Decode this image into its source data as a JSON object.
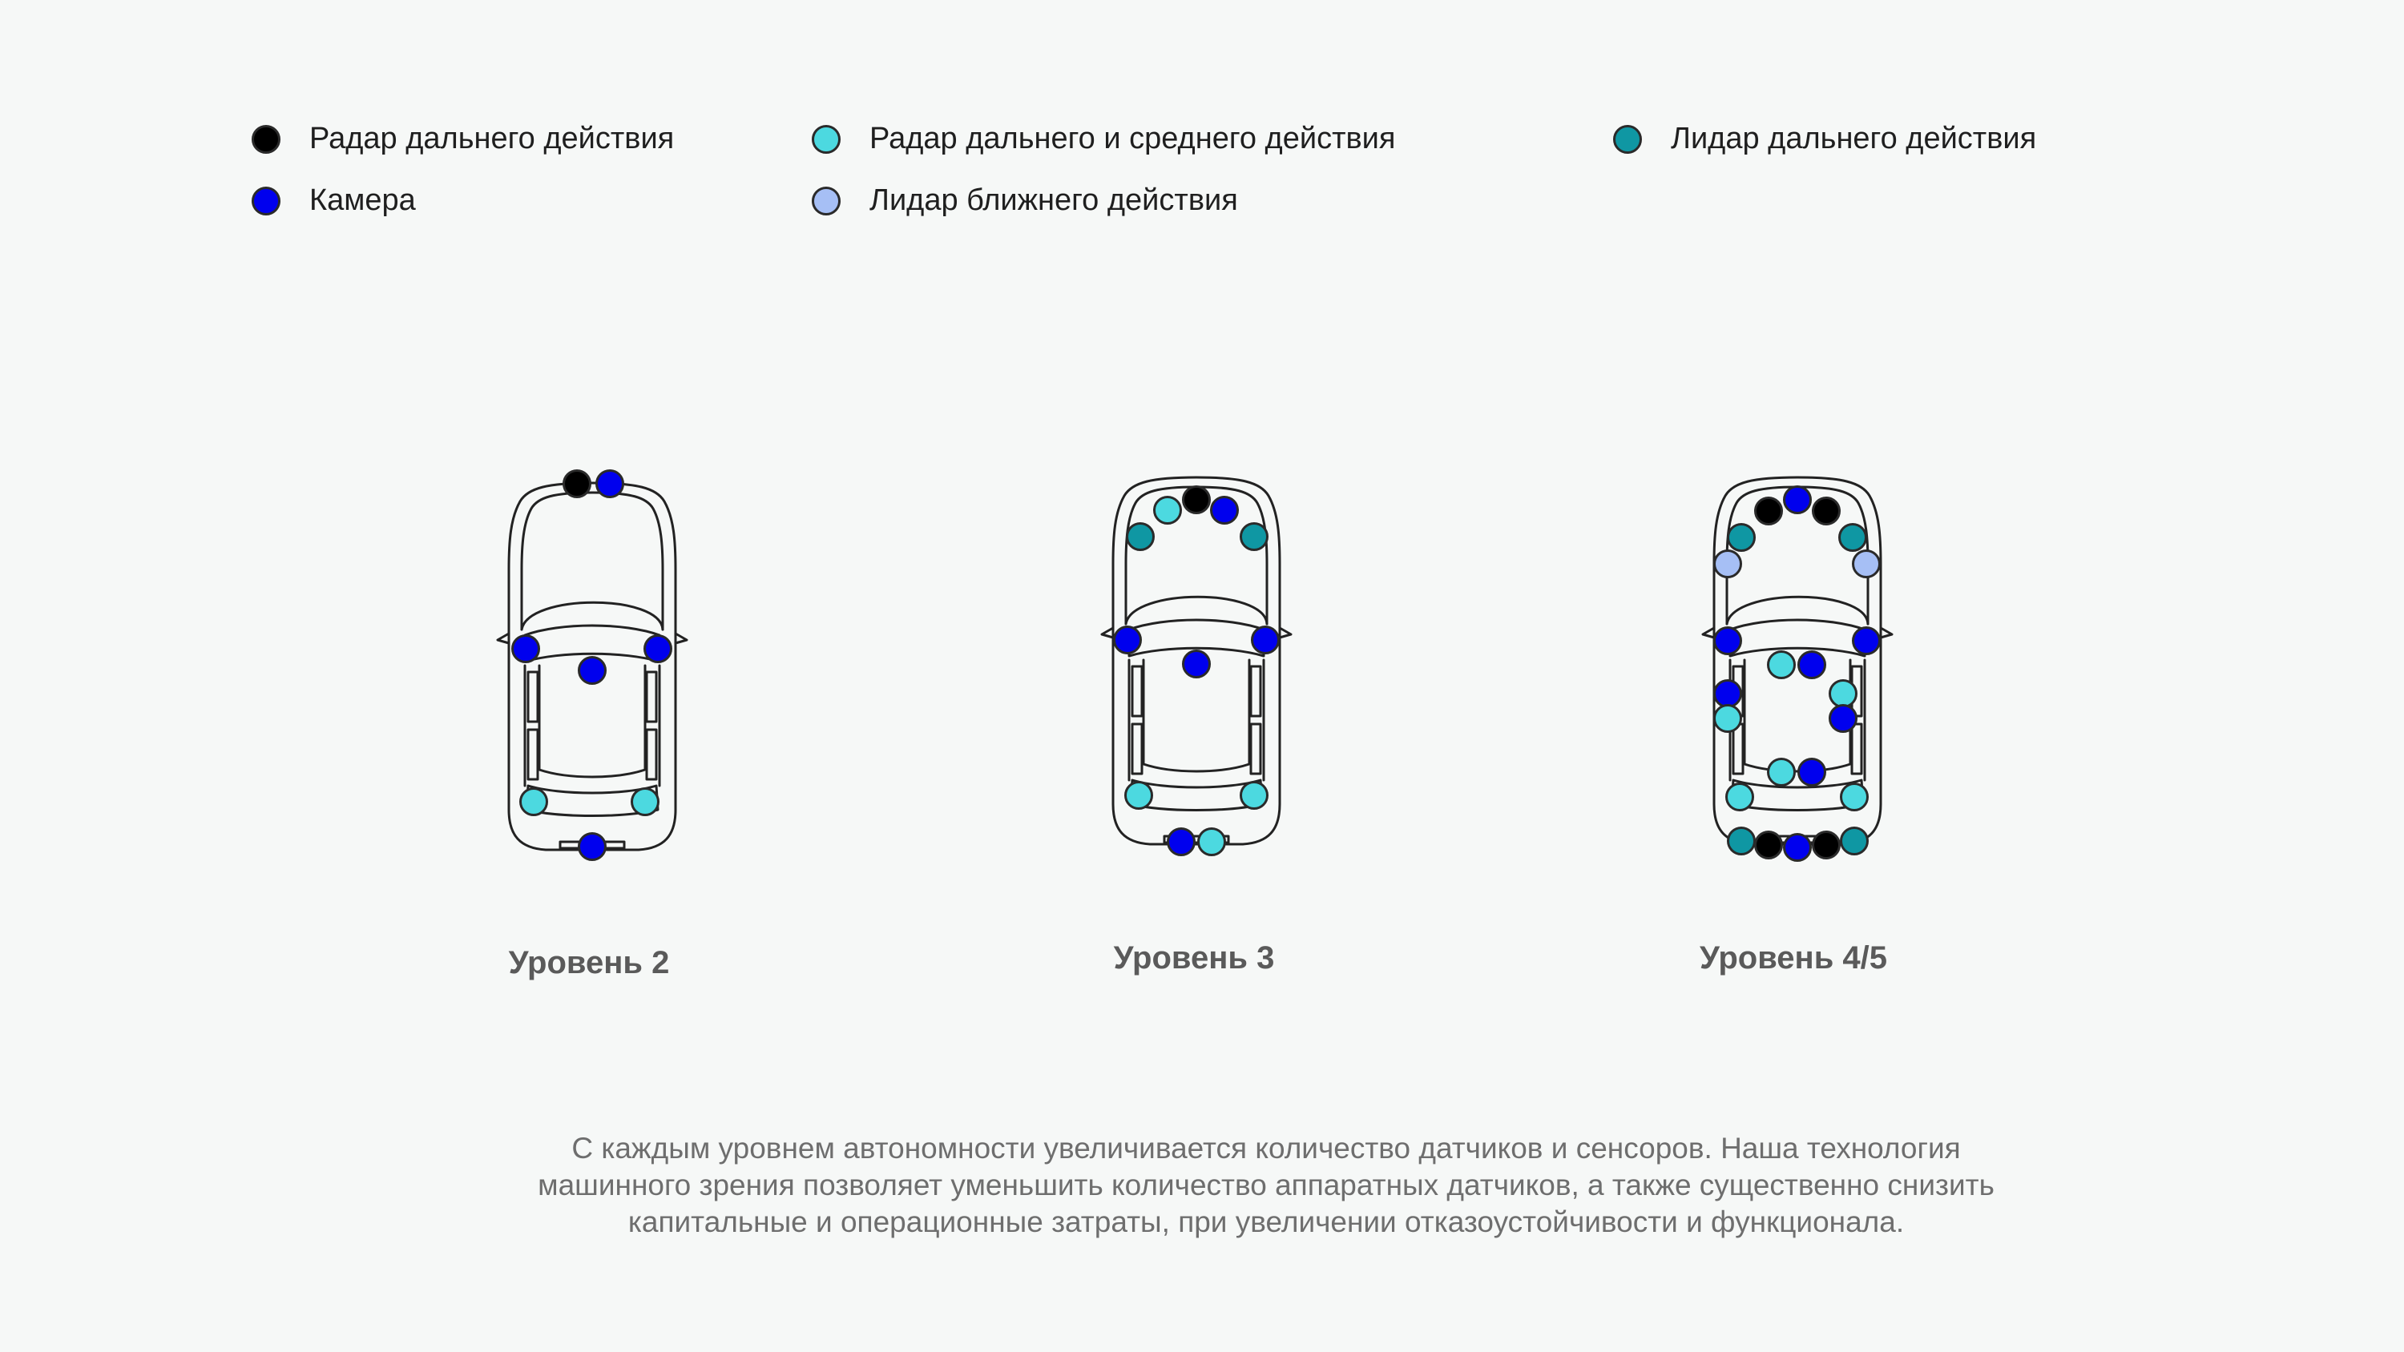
{
  "legend": [
    {
      "label": "Радар дальнего действия",
      "color": "#000000"
    },
    {
      "label": "Камера",
      "color": "#0000ee"
    },
    {
      "label": "Радар дальнего и среднего действия",
      "color": "#4cd9e0"
    },
    {
      "label": "Лидар  ближнего действия",
      "color": "#a6bff5"
    },
    {
      "label": "Лидар  дальнего действия",
      "color": "#0f97a3"
    }
  ],
  "levels": [
    {
      "label": "Уровень 2"
    },
    {
      "label": "Уровень 3"
    },
    {
      "label": "Уровень 4/5"
    }
  ],
  "description": [
    "С каждым уровнем автономности увеличивается количество датчиков и сенсоров. Наша технология",
    "машинного зрения позволяет уменьшить количество аппаратных датчиков, а также существенно снизить",
    "капитальные и операционные затраты, при увеличении отказоустойчивости и функционала."
  ]
}
